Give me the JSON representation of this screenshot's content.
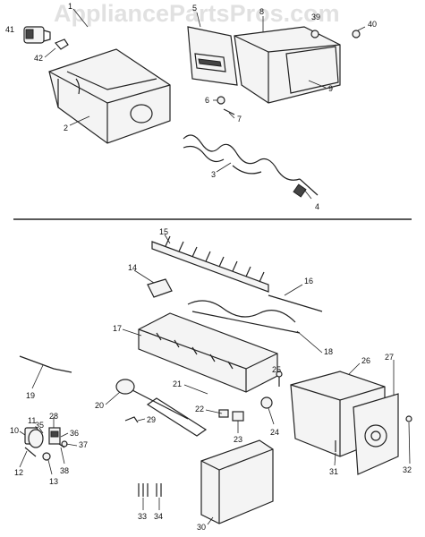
{
  "watermark": "AppliancePartsPros.com",
  "callouts": [
    "1",
    "2",
    "3",
    "4",
    "5",
    "6",
    "7",
    "8",
    "9",
    "39",
    "40",
    "41",
    "42",
    "14",
    "15",
    "16",
    "17",
    "18",
    "19",
    "20",
    "21",
    "22",
    "23",
    "24",
    "25",
    "26",
    "27",
    "28",
    "29",
    "30",
    "31",
    "32",
    "33",
    "34",
    "35",
    "36",
    "37",
    "38",
    "10",
    "11",
    "12",
    "13"
  ]
}
